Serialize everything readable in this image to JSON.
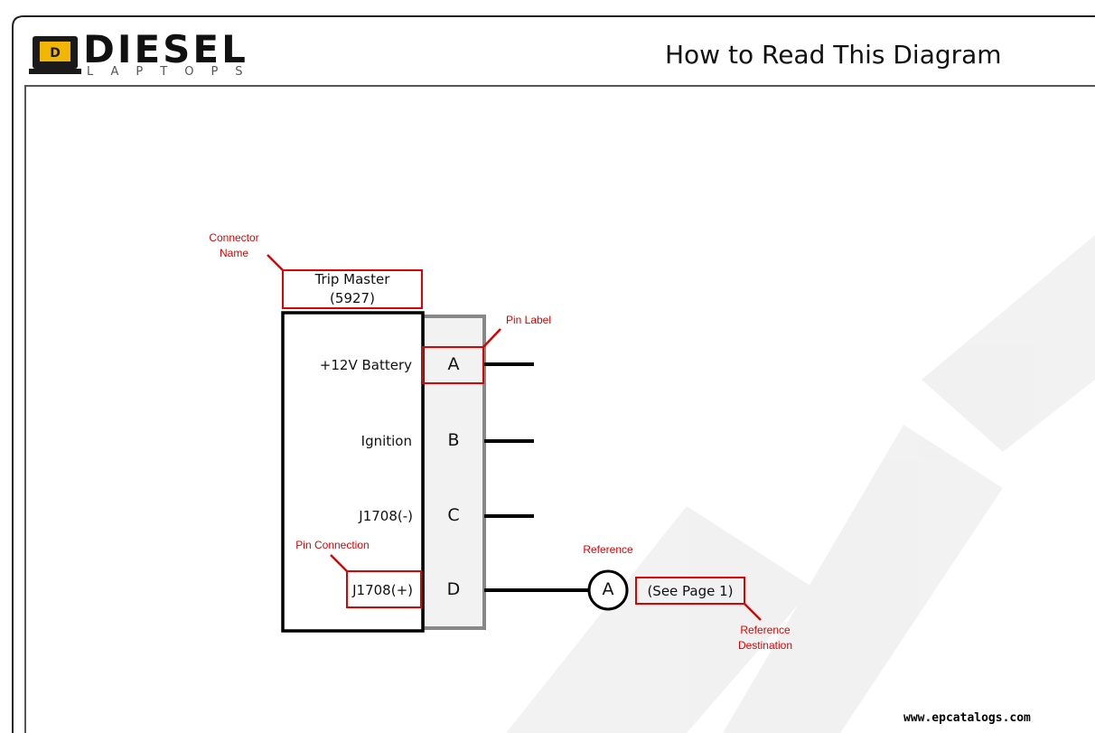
{
  "header": {
    "logo_word": "DIESEL",
    "logo_sub": "LAPTOPS",
    "title": "How to Read This Diagram"
  },
  "connector": {
    "name_line1": "Trip Master",
    "name_line2": "(5927)",
    "pins": [
      {
        "pin": "A",
        "signal": "+12V Battery"
      },
      {
        "pin": "B",
        "signal": "Ignition"
      },
      {
        "pin": "C",
        "signal": "J1708(-)"
      },
      {
        "pin": "D",
        "signal": "J1708(+)"
      }
    ]
  },
  "reference": {
    "symbol": "A",
    "destination": "(See Page 1)"
  },
  "annotations": {
    "connector_name_line1": "Connector",
    "connector_name_line2": "Name",
    "pin_label": "Pin Label",
    "pin_connection": "Pin Connection",
    "reference": "Reference",
    "reference_destination_line1": "Reference",
    "reference_destination_line2": "Destination"
  },
  "watermark": {
    "url": "www.epcatalogs.com"
  },
  "colors": {
    "annotation": "#e00000",
    "wire": "#000000",
    "frame": "#222222",
    "pin_block": "#f2f2f2"
  }
}
